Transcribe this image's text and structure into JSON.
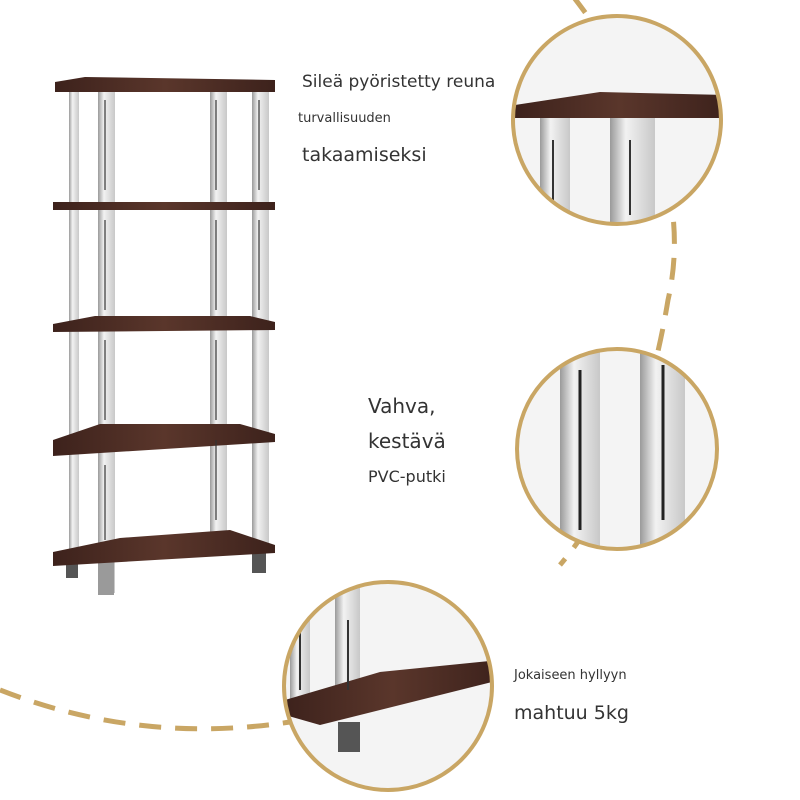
{
  "colors": {
    "accent_gold": "#C9A664",
    "wood": "#4a2a22",
    "pipe": "#d9d9d9"
  },
  "callouts": {
    "edge": {
      "line1": "Sileä pyöristetty reuna",
      "line2": "turvallisuuden",
      "line3": "takaamiseksi"
    },
    "pipe": {
      "line1": "Vahva,",
      "line2": "kestävä",
      "line3": "PVC-putki"
    },
    "capacity": {
      "line1": "Jokaiseen hyllyyn",
      "line2": "mahtuu 5kg"
    }
  }
}
